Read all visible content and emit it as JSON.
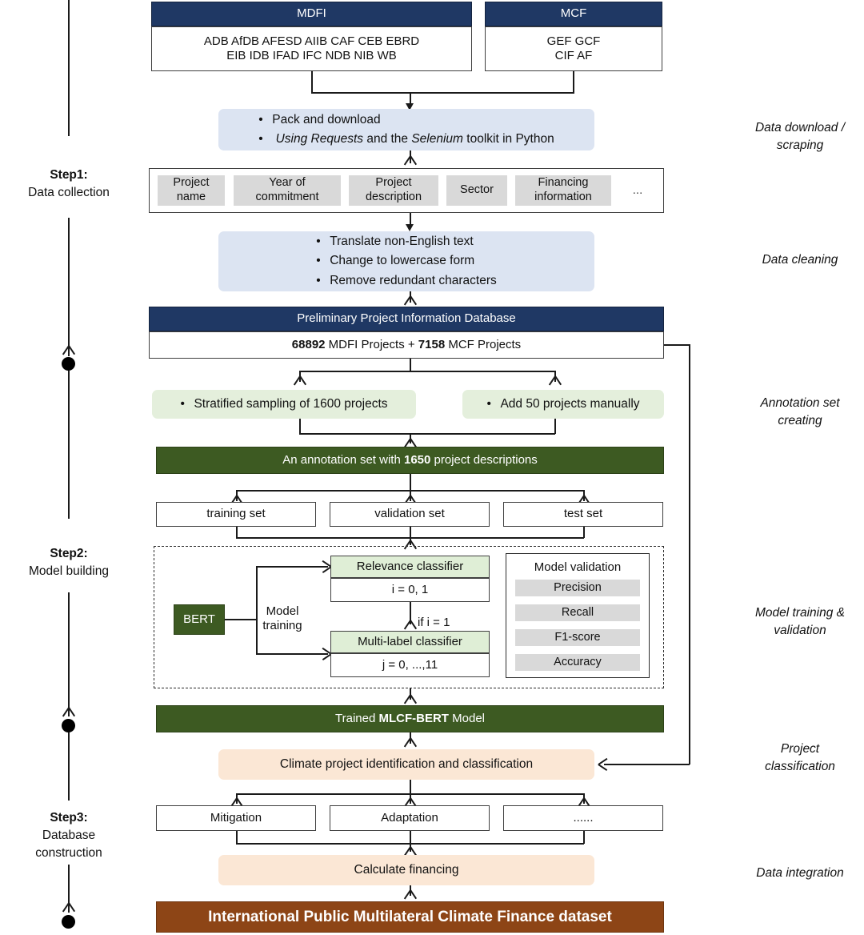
{
  "timeline": {
    "steps": [
      {
        "num": "Step1:",
        "label": "Data collection"
      },
      {
        "num": "Step2:",
        "label": "Model building"
      },
      {
        "num": "Step3:",
        "label": "Database"
      },
      {
        "num": "",
        "label": "construction"
      }
    ],
    "step1_num": "Step1:",
    "step1_line1": "Data collection",
    "step2_num": "Step2:",
    "step2_line1": "Model building",
    "step3_num": "Step3:",
    "step3_line1": "Database",
    "step3_line2": "construction"
  },
  "right_labels": {
    "download_l1": "Data download /",
    "download_l2": "scraping",
    "cleaning": "Data cleaning",
    "annotation_l1": "Annotation set",
    "annotation_l2": "creating",
    "training_l1": "Model training &",
    "training_l2": "validation",
    "classification_l1": "Project",
    "classification_l2": "classification",
    "integration": "Data integration"
  },
  "sources": {
    "mdfi": {
      "title": "MDFI",
      "line1": "ADB AfDB AFESD AIIB CAF CEB EBRD",
      "line2": "EIB IDB IFAD IFC NDB NIB WB"
    },
    "mcf": {
      "title": "MCF",
      "line1": "GEF GCF",
      "line2": "CIF AF"
    }
  },
  "download_step": {
    "b1": "Pack and download",
    "b2_pre": "Using Requests",
    "b2_mid": " and the ",
    "b2_em": "Selenium",
    "b2_post": " toolkit in Python"
  },
  "attributes": {
    "items": [
      {
        "l1": "Project",
        "l2": "name"
      },
      {
        "l1": "Year of",
        "l2": "commitment"
      },
      {
        "l1": "Project",
        "l2": "description"
      },
      {
        "l1": "Sector",
        "l2": ""
      },
      {
        "l1": "Financing",
        "l2": "information"
      }
    ],
    "ellipsis": "..."
  },
  "cleaning_step": {
    "b1": "Translate non-English text",
    "b2": "Change to lowercase form",
    "b3": "Remove redundant characters"
  },
  "database": {
    "title": "Preliminary Project Information Database",
    "count_mdfi": "68892",
    "text_mdfi": " MDFI Projects + ",
    "count_mcf": "7158",
    "text_mcf": " MCF Projects"
  },
  "annotation": {
    "sampling": "Stratified sampling of 1600 projects",
    "manual": "Add 50 projects manually",
    "set_pre": "An annotation set with ",
    "set_num": "1650",
    "set_post": " project descriptions",
    "splits": [
      "training set",
      "validation set",
      "test set"
    ]
  },
  "model": {
    "bert": "BERT",
    "training_l1": "Model",
    "training_l2": "training",
    "relevance_title": "Relevance classifier",
    "relevance_value": "i = 0, 1",
    "condition": "if i = 1",
    "multilabel_title": "Multi-label classifier",
    "multilabel_value": "j = 0, ...,11",
    "validation_title": "Model validation",
    "metrics": [
      "Precision",
      "Recall",
      "F1-score",
      "Accuracy"
    ]
  },
  "trained": {
    "pre": "Trained ",
    "name": "MLCF-BERT",
    "post": " Model"
  },
  "classification": {
    "header": "Climate project identification and classification",
    "categories": [
      "Mitigation",
      "Adaptation",
      "......"
    ],
    "calculate": "Calculate financing"
  },
  "final": {
    "title": "International Public Multilateral Climate Finance dataset"
  },
  "colors": {
    "navy": "#1f3864",
    "dark_green": "#3d5a22",
    "light_green": "#e4efdc",
    "light_blue": "#dce4f2",
    "peach": "#fbe7d5",
    "brown": "#8d4516",
    "grey": "#d9d9d9"
  }
}
